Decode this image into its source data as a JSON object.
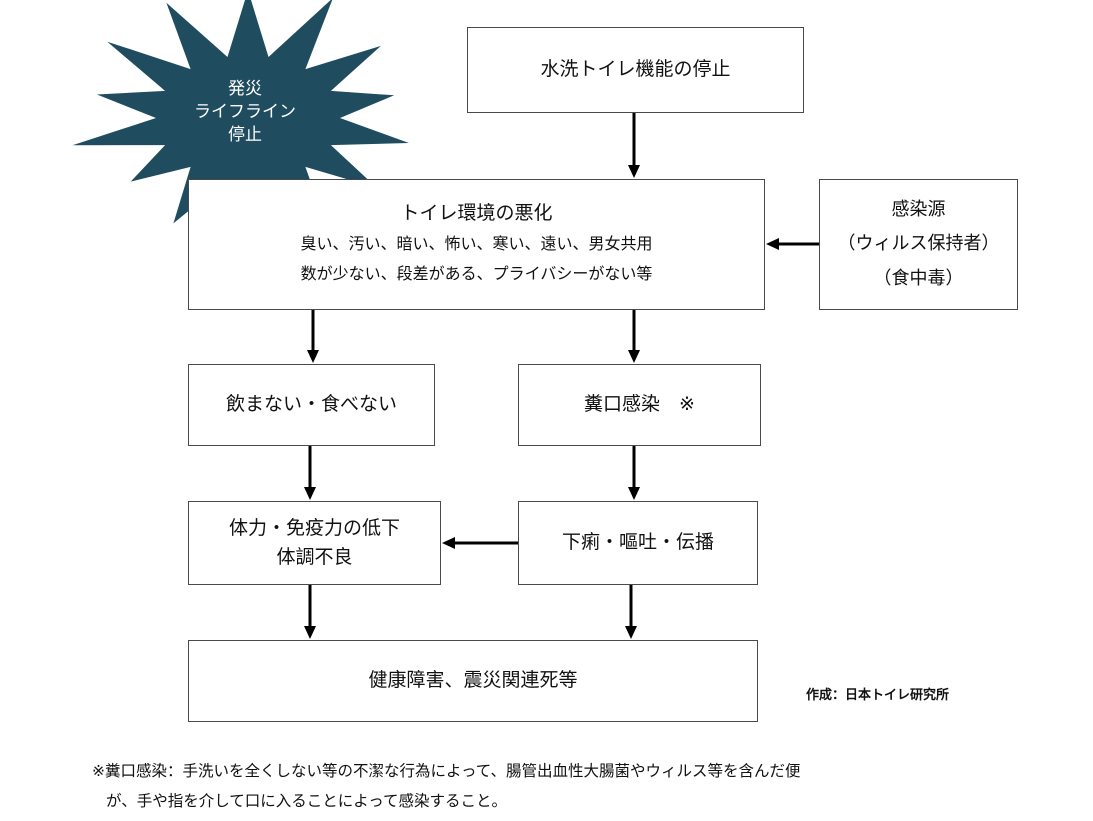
{
  "burst": {
    "icon": "starburst",
    "color": "#1f4d5f",
    "lines": [
      "発災",
      "ライフライン",
      "停止"
    ]
  },
  "nodes": {
    "flush_stop": {
      "title": "水洗トイレ機能の停止"
    },
    "toilet_env": {
      "title": "トイレ環境の悪化",
      "line1": "臭い、汚い、暗い、怖い、寒い、遠い、男女共用",
      "line2": "数が少ない、段差がある、プライバシーがない等"
    },
    "infection_source": {
      "line1": "感染源",
      "line2": "（ウィルス保持者）",
      "line3": "（食中毒）"
    },
    "no_eat": {
      "title": "飲まない・食べない"
    },
    "fecal_oral": {
      "title": "糞口感染　※"
    },
    "weakness": {
      "line1": "体力・免疫力の低下",
      "line2": "体調不良"
    },
    "diarrhea": {
      "title": "下痢・嘔吐・伝播"
    },
    "health": {
      "title": "健康障害、震災関連死等"
    }
  },
  "credit": "作成：日本トイレ研究所",
  "footnote": {
    "line1": "※糞口感染：手洗いを全くしない等の不潔な行為によって、腸管出血性大腸菌やウィルス等を含んだ便",
    "line2": "が、手や指を介して口に入ることによって感染すること。"
  }
}
